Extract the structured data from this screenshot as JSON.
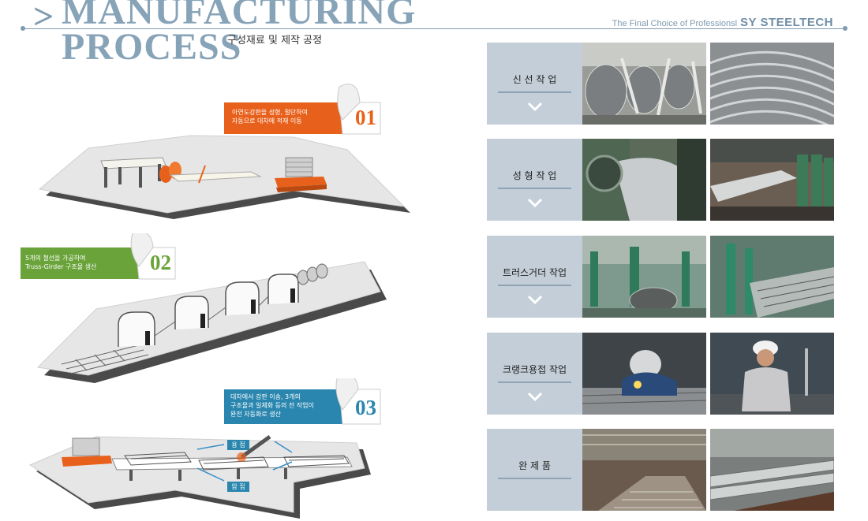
{
  "header": {
    "arrow": ">",
    "title_line1": "MANUFACTURING",
    "title_line2": "PROCESS",
    "subtitle": "구성재료 및 제작 공정",
    "tagline": "The Final Choice of Professionsl",
    "brand": "SY STEELTECH"
  },
  "steps": [
    {
      "number": "01",
      "caption_line1": "아연도강판을 성형, 절단하여",
      "caption_line2": "자동으로 대차에 적재 이동",
      "color": "#e8611c"
    },
    {
      "number": "02",
      "caption_line1": "5개의 철선을 가공하여",
      "caption_line2": "Truss-Girder 구조물 생산",
      "color": "#6aa33a"
    },
    {
      "number": "03",
      "caption_line1": "대차에서 강판 이송, 3개의",
      "caption_line2": "구조물과 일체화 등의 전 작업이",
      "caption_line3": "완전 자동화로 생산",
      "color": "#2a86ae"
    }
  ],
  "step3_labels": {
    "weld": "용 접",
    "press": "압 접"
  },
  "process": [
    {
      "label": "신 선 작 업"
    },
    {
      "label": "성 형 작 업"
    },
    {
      "label": "트러스거더 작업"
    },
    {
      "label": "크랭크용접 작업"
    },
    {
      "label": "완 제 품"
    }
  ],
  "colors": {
    "accent": "#7f9bb0",
    "label_bg": "#c3ced8",
    "platform": "#e6e6e6"
  }
}
